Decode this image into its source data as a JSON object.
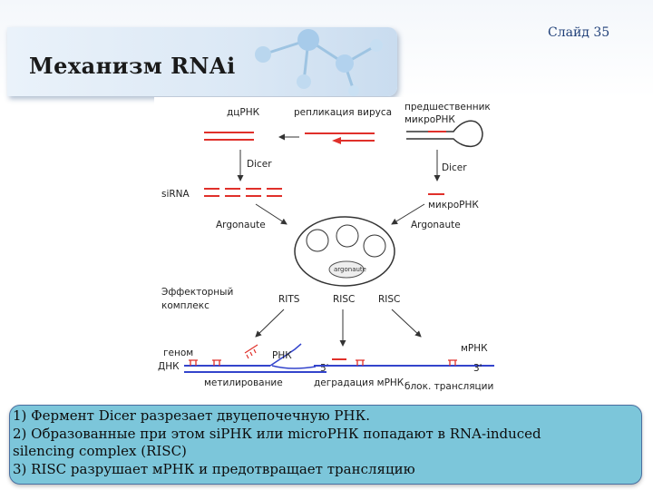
{
  "slide": {
    "title": "Механизм RNAi",
    "number": "Слайд 35"
  },
  "diagram": {
    "labels": {
      "ds_rna": "дцРНК",
      "viral_replication": "репликация вируса",
      "precursor_line1": "предшественник",
      "precursor_line2": "микроРНК",
      "dicer_left": "Dicer",
      "dicer_right": "Dicer",
      "sirna": "siRNA",
      "microrna": "микроРНК",
      "argonaute_left": "Argonaute",
      "argonaute_right": "Argonaute",
      "argonaute_inner": "argonaute",
      "effector_line1": "Эффекторный",
      "effector_line2": "комплекс",
      "rits": "RITS",
      "risc_center": "RISC",
      "risc_right": "RISC",
      "genome": "геном",
      "dna": "ДНК",
      "rna": "РНК",
      "methylation": "метилирование",
      "five_prime": "5'",
      "mrna_degradation": "деградация мРНК",
      "mrna": "мРНК",
      "three_prime": "3'",
      "translation_block": "блок. трансляции"
    },
    "colors": {
      "rna_red": "#e0302a",
      "dna_blue": "#3344cc",
      "arrow": "#333333"
    }
  },
  "caption": {
    "lines": [
      "1) Фермент Dicer разрезает двуцепочечную РНК.",
      "2) Образованные при этом siРНК или microРНК попадают в RNA-induced",
      "silencing complex (RISC)",
      "3) RISC разрушает мРНК и предотвращает трансляцию"
    ]
  }
}
